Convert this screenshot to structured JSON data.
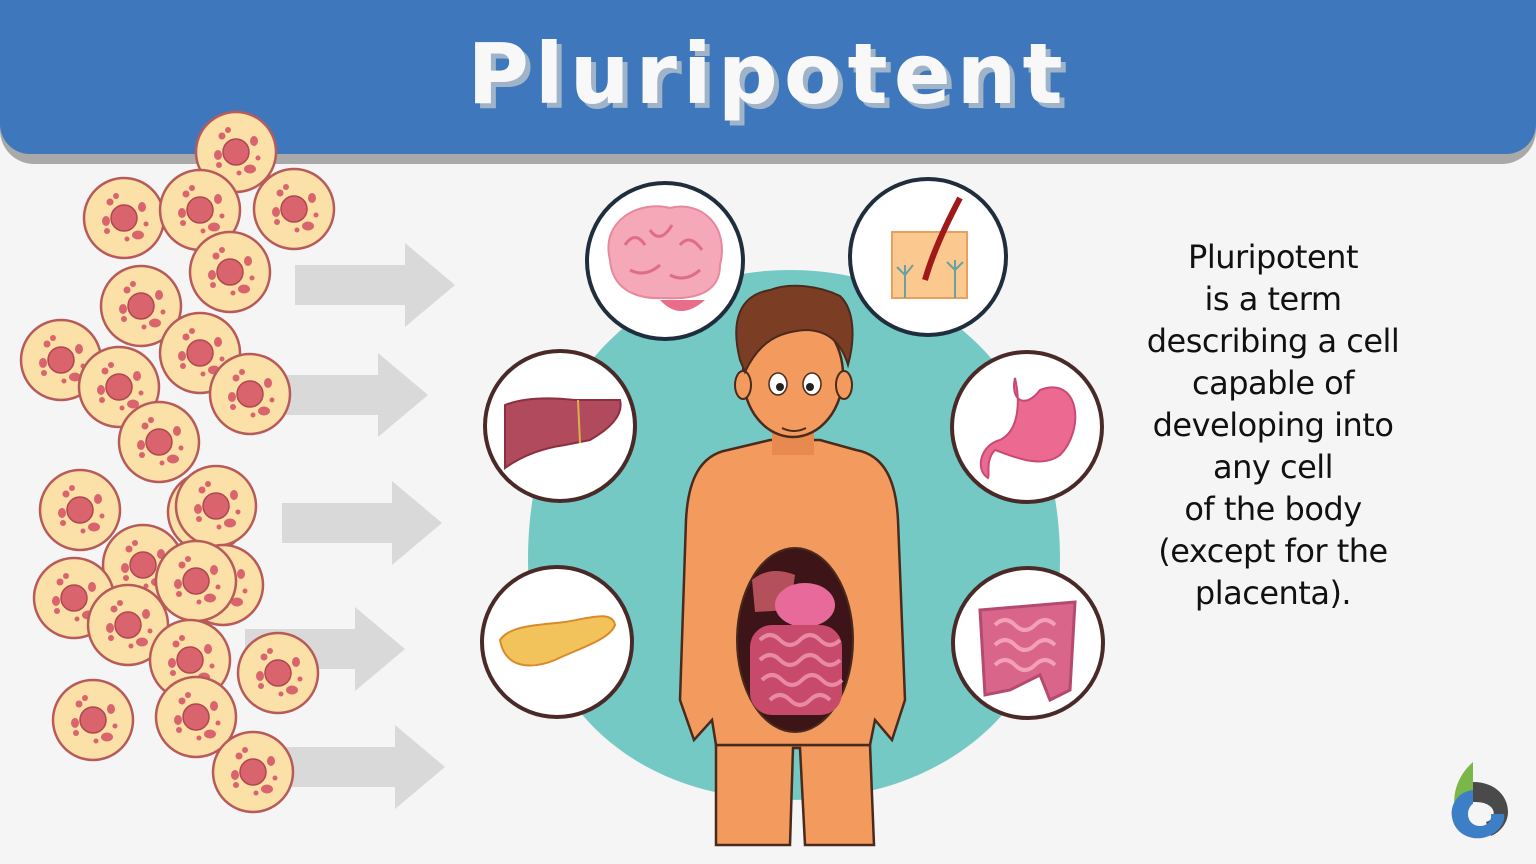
{
  "header": {
    "title": "Pluripotent",
    "background_color": "#3f77bd",
    "title_color": "#f8f8f8"
  },
  "description": {
    "lines": [
      "Pluripotent",
      "is a term",
      "describing a cell",
      "capable of",
      "developing into",
      "any cell",
      "of the body",
      "(except for the",
      "placenta)."
    ]
  },
  "illustration": {
    "stem_cells": {
      "count": 27,
      "fill": "#fbe0a8",
      "nucleus": "#d9646e",
      "outline": "#b85a5a"
    },
    "arrows": {
      "count": 5,
      "color": "#d9d9d9"
    },
    "center_figure": "human-body-with-exposed-digestive-organs",
    "backdrop_color": "#74c9c4",
    "organ_circles": [
      {
        "name": "brain",
        "position": "top-left"
      },
      {
        "name": "skin-with-hair",
        "position": "top-right"
      },
      {
        "name": "liver",
        "position": "middle-left"
      },
      {
        "name": "stomach",
        "position": "middle-right"
      },
      {
        "name": "pancreas",
        "position": "bottom-left"
      },
      {
        "name": "intestines",
        "position": "bottom-right"
      }
    ]
  },
  "logo": {
    "name": "biology-online-logo",
    "colors": [
      "#7ab648",
      "#3d7fc6",
      "#4a4a4a"
    ]
  }
}
